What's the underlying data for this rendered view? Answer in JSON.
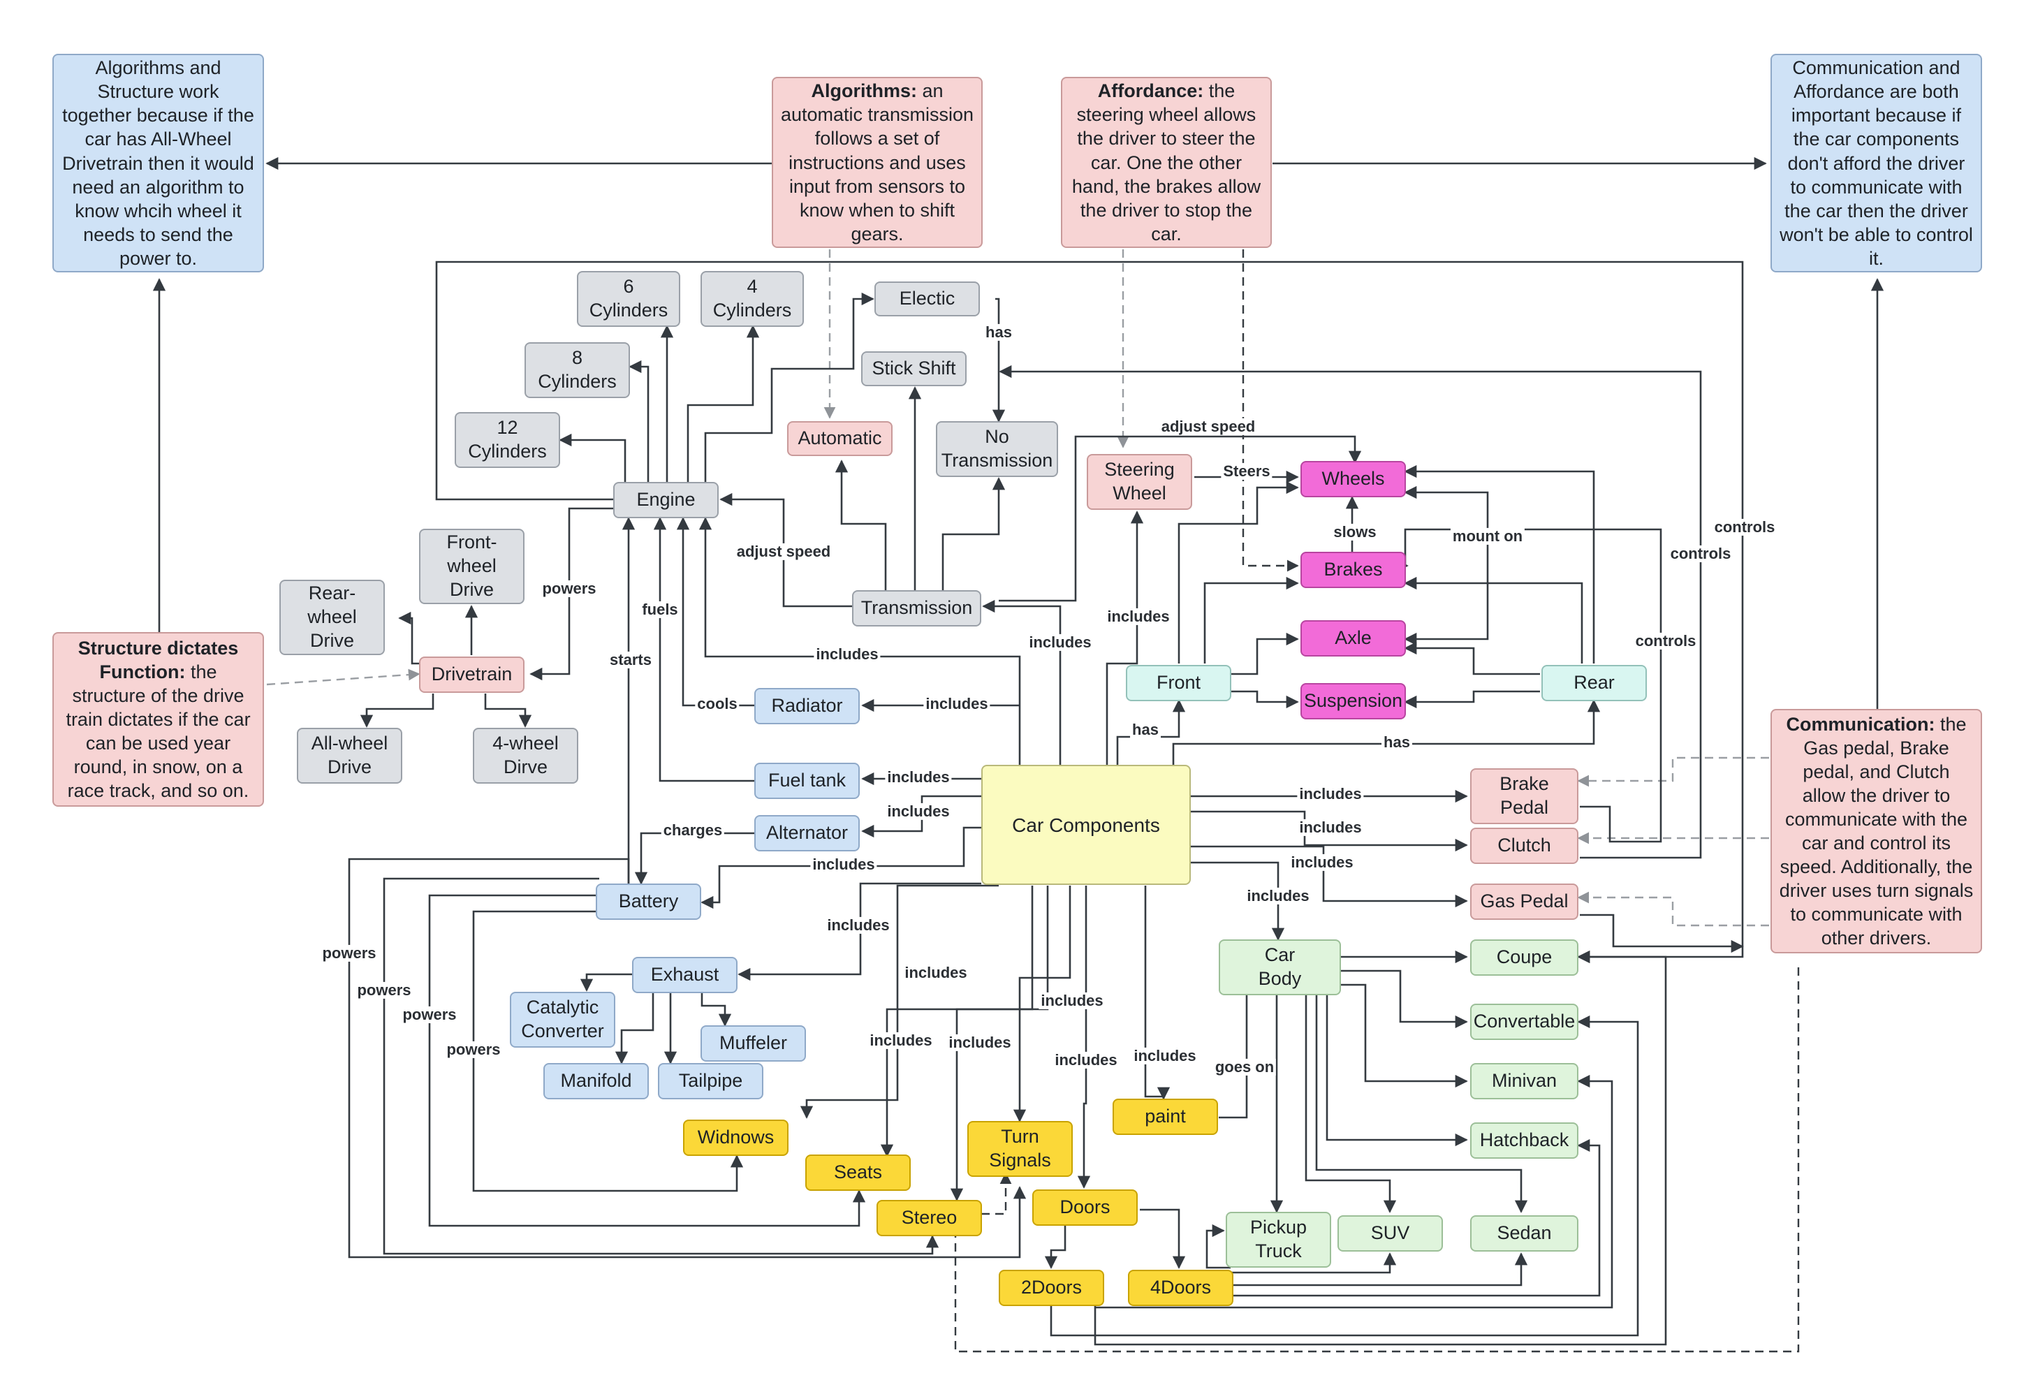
{
  "nodes": {
    "car_components": "Car Components",
    "engine": "Engine",
    "cyl6": "6\nCylinders",
    "cyl4": "4\nCylinders",
    "cyl8": "8\nCylinders",
    "cyl12": "12\nCylinders",
    "electic": "Electic",
    "stick_shift": "Stick Shift",
    "automatic": "Automatic",
    "no_transmission": "No\nTransmission",
    "transmission": "Transmission",
    "front_wheel_drive": "Front-\nwheel\nDrive",
    "rear_wheel_drive": "Rear-\nwheel\nDrive",
    "drivetrain": "Drivetrain",
    "all_wheel_drive": "All-wheel\nDrive",
    "four_wheel_dirve": "4-wheel\nDirve",
    "radiator": "Radiator",
    "fuel_tank": "Fuel tank",
    "alternator": "Alternator",
    "battery": "Battery",
    "exhaust": "Exhaust",
    "catalytic_converter": "Catalytic\nConverter",
    "muffeler": "Muffeler",
    "manifold": "Manifold",
    "tailpipe": "Tailpipe",
    "widnows": "Widnows",
    "seats": "Seats",
    "turn_signals": "Turn\nSignals",
    "stereo": "Stereo",
    "doors": "Doors",
    "two_doors": "2Doors",
    "four_doors": "4Doors",
    "paint": "paint",
    "steering_wheel": "Steering\nWheel",
    "wheels": "Wheels",
    "brakes": "Brakes",
    "axle": "Axle",
    "suspension": "Suspension",
    "front": "Front",
    "rear": "Rear",
    "brake_pedal": "Brake\nPedal",
    "clutch": "Clutch",
    "gas_pedal": "Gas Pedal",
    "car_body": "Car\nBody",
    "coupe": "Coupe",
    "convertable": "Convertable",
    "minivan": "Minivan",
    "hatchback": "Hatchback",
    "pickup_truck": "Pickup\nTruck",
    "suv": "SUV",
    "sedan": "Sedan"
  },
  "notes": {
    "algo_structure": "Algorithms and Structure work together because if the car has All-Wheel Drivetrain then it would need an algorithm to know whcih wheel it needs to send the power to.",
    "algorithms_title": "Algorithms:",
    "algorithms_body": " an automatic transmission follows a set of instructions and uses input from sensors to know when to shift gears.",
    "affordance_title": "Affordance:",
    "affordance_body": " the steering wheel allows the driver to steer the car. One the other hand, the brakes allow the driver to stop the car.",
    "comm_affordance": "Communication and Affordance are both important because if the car components don't afford the driver to communicate with the car then the driver won't be able to control it.",
    "structure_title": "Structure dictates Function:",
    "structure_body": " the structure of the drive train dictates if the car can be used year round, in snow, on a race track, and so on.",
    "communication_title": "Communication:",
    "communication_body": " the Gas pedal, Brake pedal, and Clutch allow the driver to communicate with the car and control its speed. Additionally, the driver uses turn signals to communicate with other drivers."
  },
  "edge_labels": {
    "has": "has",
    "adjust_speed": "adjust speed",
    "steers": "Steers",
    "slows": "slows",
    "mount_on": "mount on",
    "controls": "controls",
    "powers": "powers",
    "fuels": "fuels",
    "starts": "starts",
    "cools": "cools",
    "charges": "charges",
    "includes": "includes",
    "goes_on": "goes on"
  },
  "colors": {
    "gray": "#dde0e4",
    "pink": "#f7d4d4",
    "blue": "#cfe2f6",
    "yellow": "#fbd838",
    "green": "#dff4dc",
    "cyan": "#d9f6f1",
    "magenta": "#f26bd8",
    "center": "#fbfbc0",
    "edge": "#343a40",
    "dashed": "#9a9ea3"
  }
}
